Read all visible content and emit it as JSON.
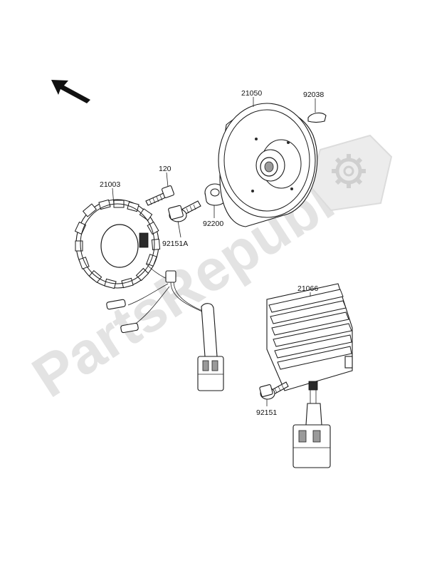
{
  "watermark": {
    "text": "PartsRepublik"
  },
  "parts": [
    {
      "id": "stator",
      "number": "21003"
    },
    {
      "id": "bolt",
      "number": "120"
    },
    {
      "id": "flange-bolt",
      "number": "92151A"
    },
    {
      "id": "collar",
      "number": "92200"
    },
    {
      "id": "rotor",
      "number": "21050"
    },
    {
      "id": "key",
      "number": "92038"
    },
    {
      "id": "regulator",
      "number": "21066"
    },
    {
      "id": "regulator-bolt",
      "number": "92151"
    }
  ],
  "icons": {
    "orientation": "arrow-icon",
    "watermark_logo": "gear-icon"
  }
}
